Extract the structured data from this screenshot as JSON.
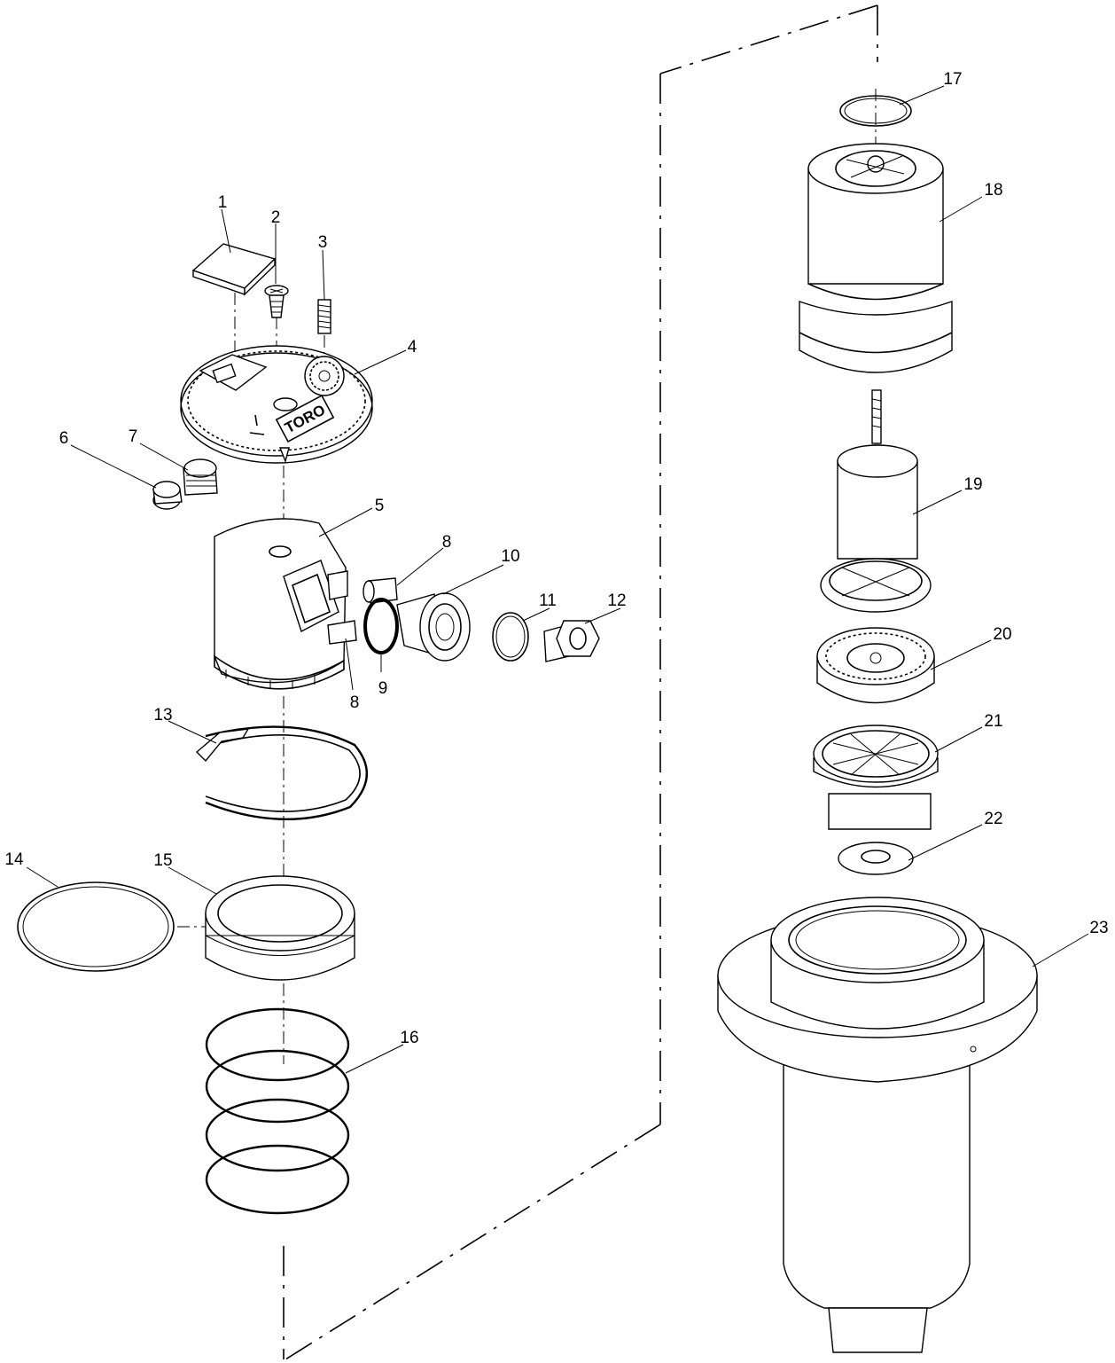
{
  "diagram": {
    "type": "exploded-parts-view",
    "callouts": [
      {
        "id": "1",
        "label": "1"
      },
      {
        "id": "2",
        "label": "2"
      },
      {
        "id": "3",
        "label": "3"
      },
      {
        "id": "4",
        "label": "4"
      },
      {
        "id": "5",
        "label": "5"
      },
      {
        "id": "6",
        "label": "6"
      },
      {
        "id": "7",
        "label": "7"
      },
      {
        "id": "8a",
        "label": "8"
      },
      {
        "id": "8b",
        "label": "8"
      },
      {
        "id": "9",
        "label": "9"
      },
      {
        "id": "10",
        "label": "10"
      },
      {
        "id": "11",
        "label": "11"
      },
      {
        "id": "12",
        "label": "12"
      },
      {
        "id": "13",
        "label": "13"
      },
      {
        "id": "14",
        "label": "14"
      },
      {
        "id": "15",
        "label": "15"
      },
      {
        "id": "16",
        "label": "16"
      },
      {
        "id": "17",
        "label": "17"
      },
      {
        "id": "18",
        "label": "18"
      },
      {
        "id": "19",
        "label": "19"
      },
      {
        "id": "20",
        "label": "20"
      },
      {
        "id": "21",
        "label": "21"
      },
      {
        "id": "22",
        "label": "22"
      },
      {
        "id": "23",
        "label": "23"
      }
    ],
    "logo_text": "TORO"
  }
}
